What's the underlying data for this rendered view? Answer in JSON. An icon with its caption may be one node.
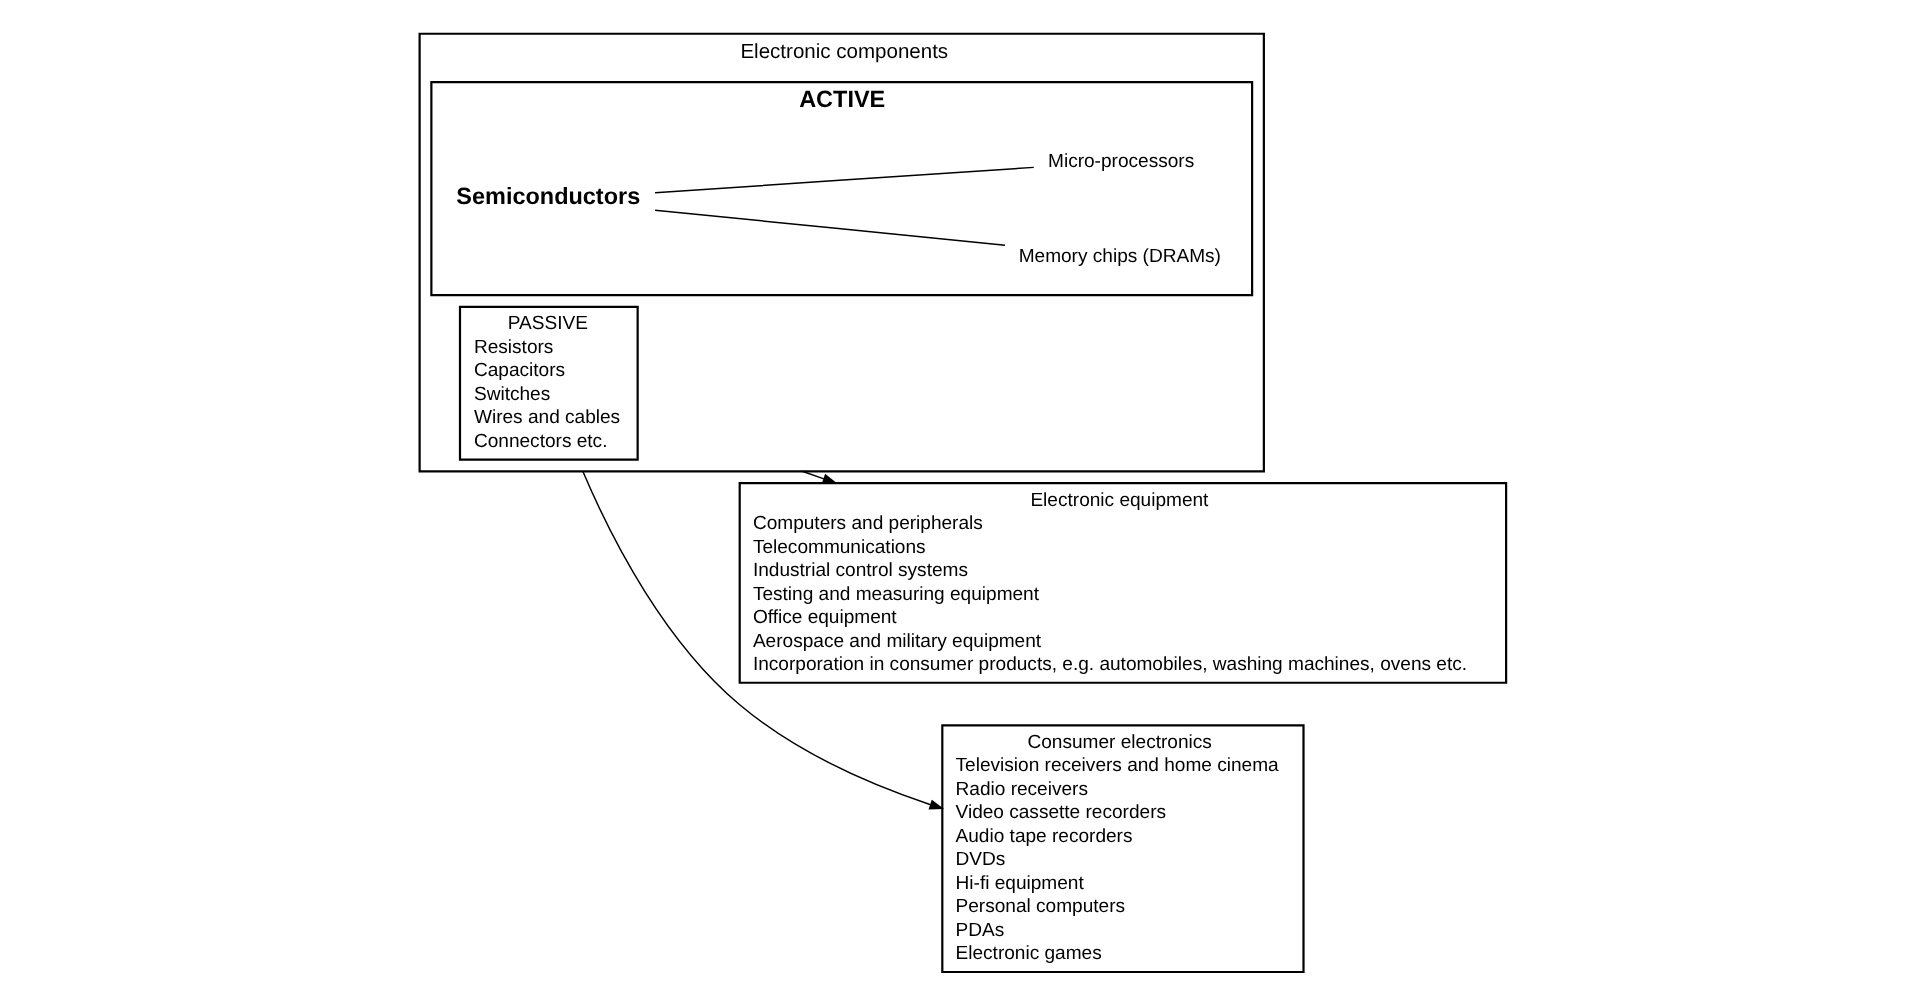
{
  "diagram": {
    "nodes": [
      {
        "text": [
          "Electronic components"
        ]
      },
      {
        "text": [
          "PASSIVE",
          "Resistors",
          "Capacitors",
          "Switches",
          "Wires and cables",
          "Connectors etc."
        ],
        "in": 0
      },
      {
        "text": [
          "ACTIVE"
        ],
        "in": 0
      },
      {
        "text": [
          "Semiconductors"
        ],
        "in": 2
      },
      {
        "text": [
          "Memory chips (DRAMs)"
        ],
        "in": 2
      },
      {
        "text": [
          "Micro-processors"
        ],
        "in": 2
      },
      {
        "text": [
          "Electronic equipment",
          "Computers and peripherals",
          "Telecommunications",
          "Industrial control systems",
          "Testing and measuring equipment",
          "Office equipment",
          "Aerospace and military equipment",
          "Incorporation in consumer products, e.g. automobiles, washing machines, ovens etc."
        ]
      },
      {
        "text": [
          "Consumer electronics",
          "Television receivers and home cinema",
          "Radio receivers",
          "Video cassette recorders",
          "Audio tape recorders",
          "DVDs",
          "Hi-fi equipment",
          "Personal computers",
          "PDAs",
          "Electronic games"
        ]
      }
    ],
    "edges": [
      {
        "from": 3,
        "to": 4,
        "arrow": "none"
      },
      {
        "from": 3,
        "to": 5,
        "arrow": "none"
      },
      {
        "from": 0,
        "to": 6,
        "arrow": "to"
      },
      {
        "from": 0,
        "to": 7,
        "arrow": "to"
      }
    ]
  }
}
